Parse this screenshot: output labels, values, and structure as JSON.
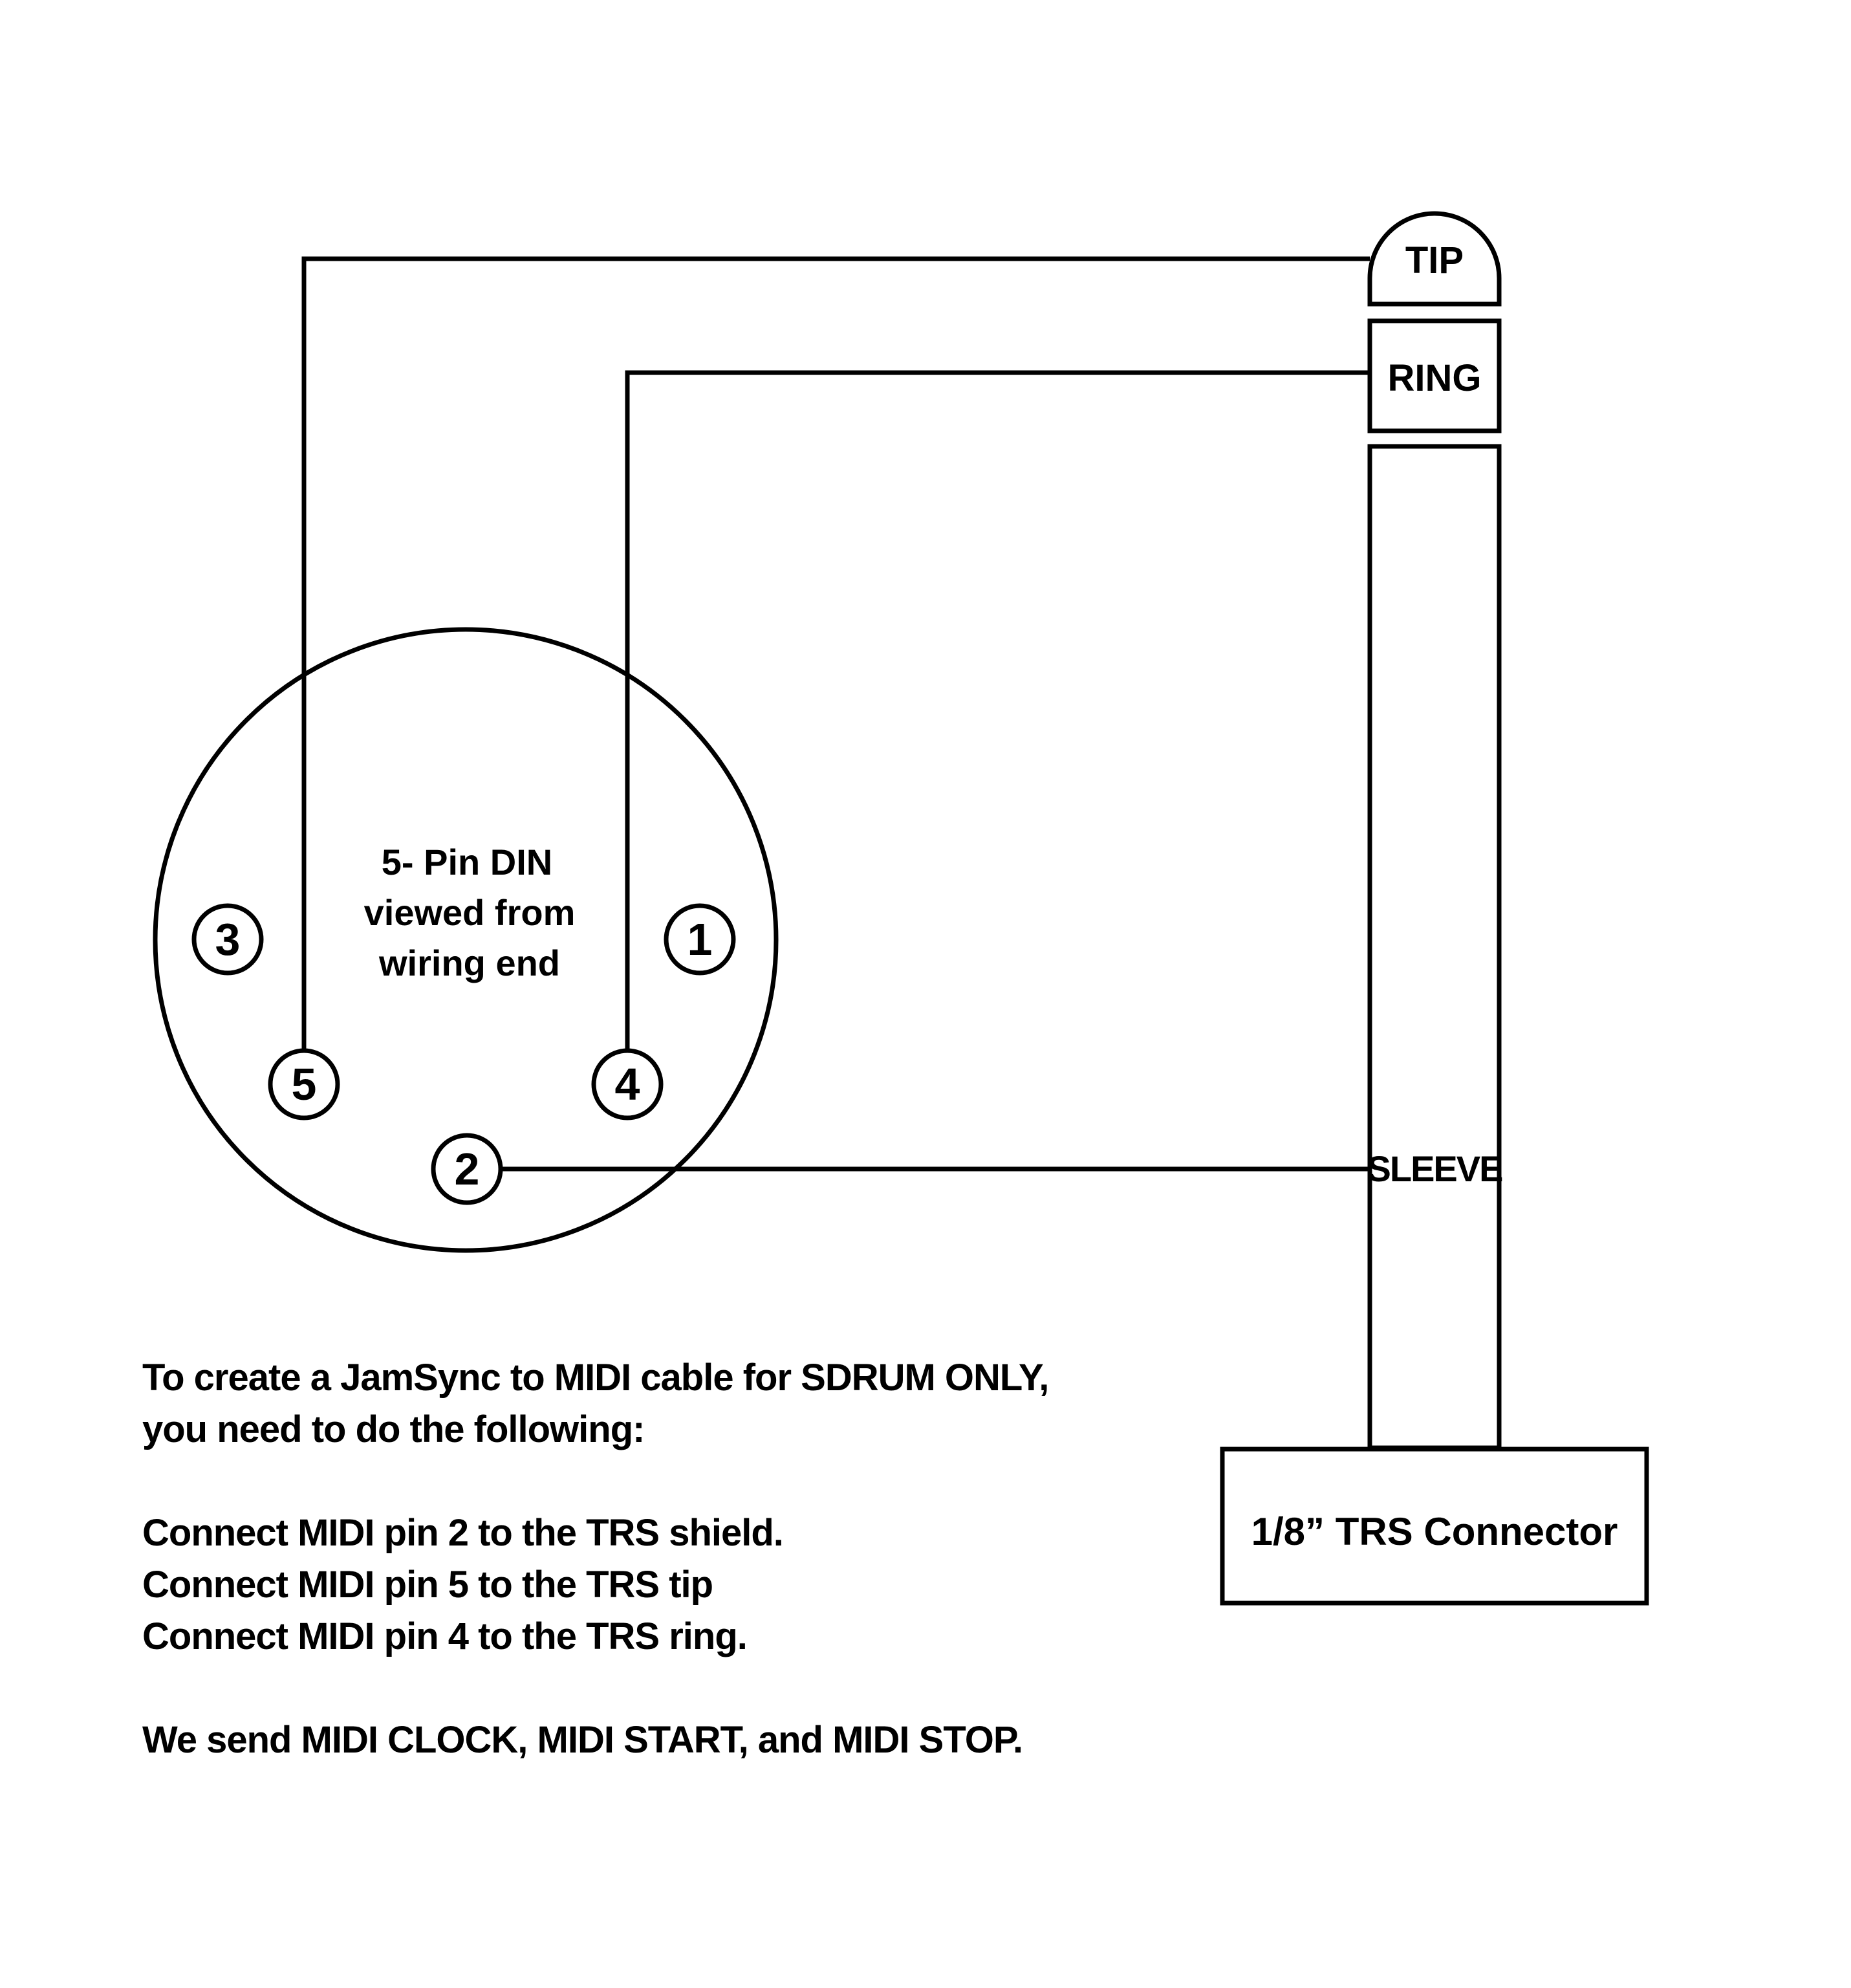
{
  "din": {
    "caption_lines": [
      "5- Pin DIN",
      "viewed from",
      "wiring end"
    ],
    "pins": {
      "p1": "1",
      "p2": "2",
      "p3": "3",
      "p4": "4",
      "p5": "5"
    }
  },
  "trs": {
    "tip_label": "TIP",
    "ring_label": "RING",
    "sleeve_label": "SLEEVE",
    "connector_label": "1/8” TRS Connector"
  },
  "instructions": {
    "intro_lines": [
      "To create a JamSync to MIDI cable for SDRUM ONLY,",
      "you need to do the following:"
    ],
    "steps": [
      "Connect MIDI pin 2 to the TRS shield.",
      "Connect MIDI pin 5 to the TRS tip",
      "Connect MIDI pin 4 to the TRS ring."
    ],
    "footer": "We send MIDI CLOCK, MIDI START, and MIDI STOP."
  },
  "colors": {
    "ink": "#000000",
    "background": "#ffffff"
  }
}
